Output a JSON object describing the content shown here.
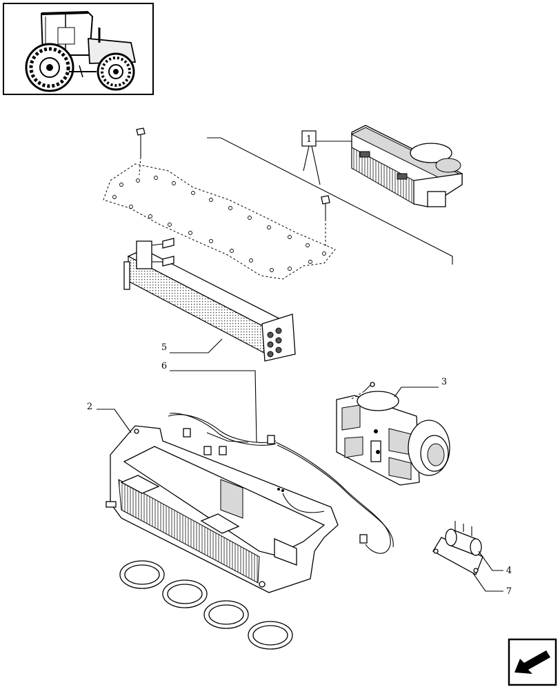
{
  "callouts": {
    "ref_box": "1",
    "heat_exchanger": "5",
    "wiring": "6",
    "housing": "2",
    "blower": "3",
    "resistor": "4",
    "bracket": "7"
  },
  "icons": {
    "thumbnail": "tractor-thumbnail-icon",
    "nav": "next-page-arrow-icon"
  }
}
